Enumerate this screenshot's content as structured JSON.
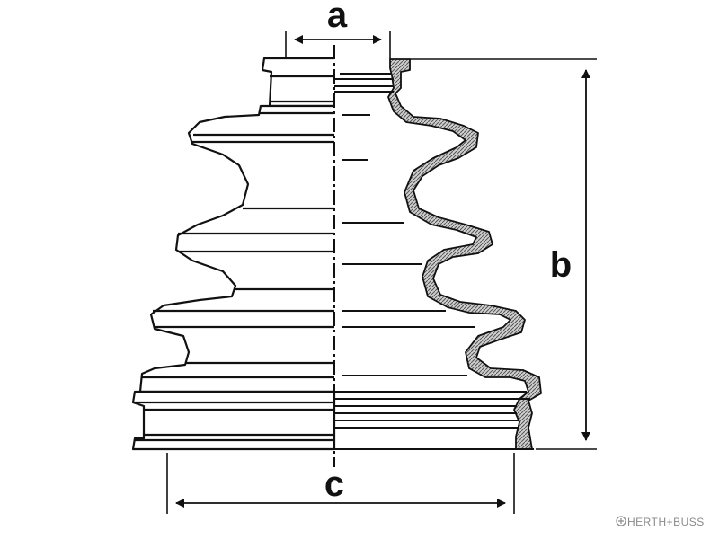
{
  "labels": {
    "a": "a",
    "b": "b",
    "c": "c"
  },
  "watermark": {
    "text": "HERTH+BUSS",
    "icon": "herth-buss-logo-icon"
  },
  "colors": {
    "line": "#111111",
    "hatch": "#6f6f6f",
    "background": "#ffffff",
    "watermark": "#8a8a8a"
  }
}
